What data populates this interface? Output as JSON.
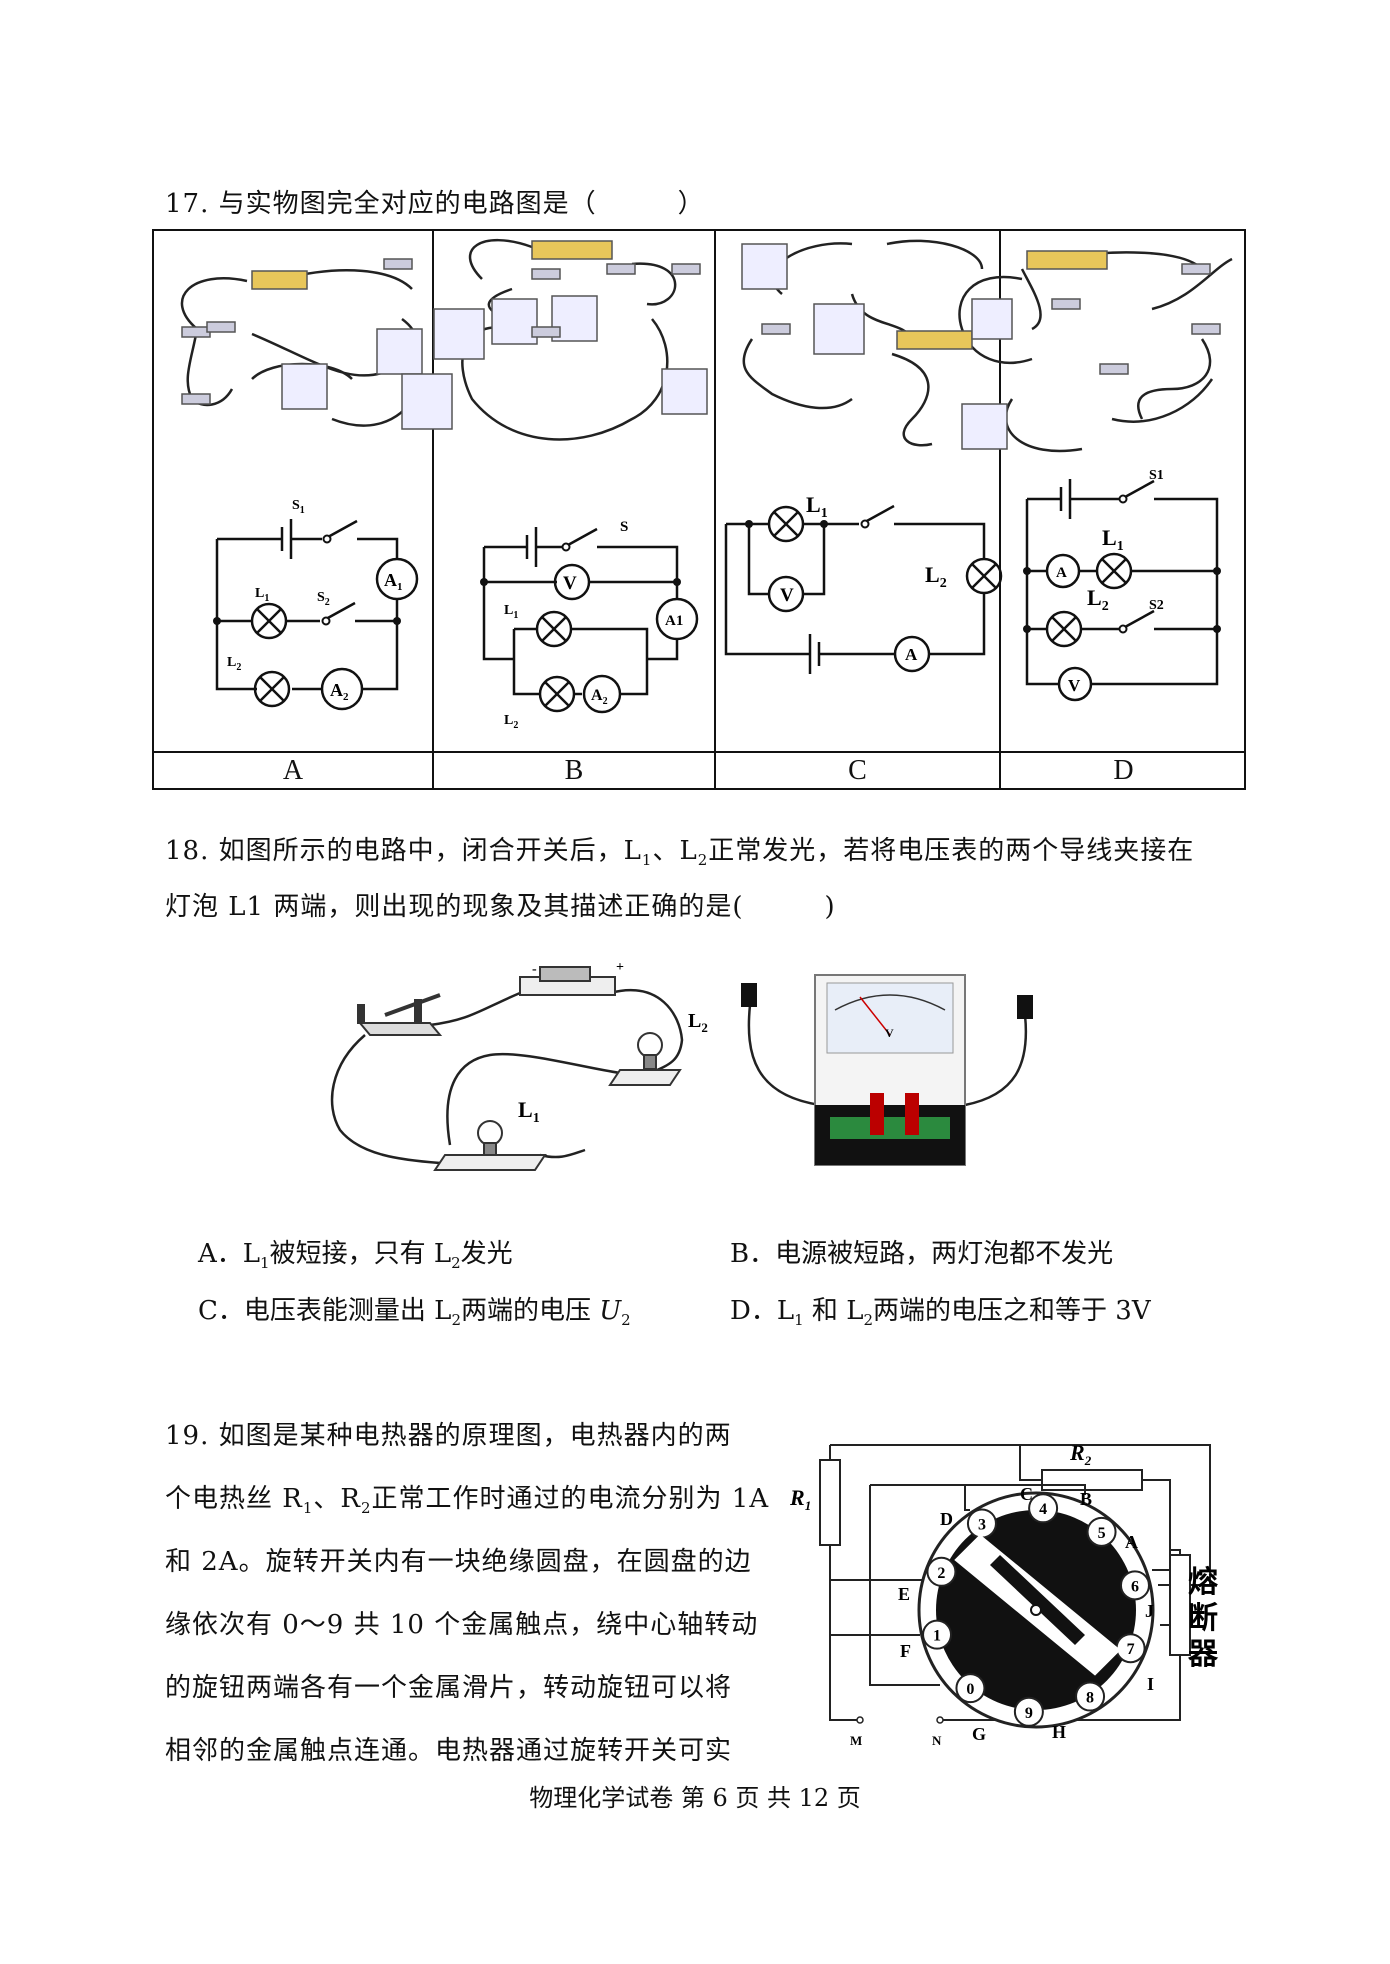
{
  "q17": {
    "stem": "17. 与实物图完全对应的电路图是（　　　）",
    "options": [
      "A",
      "B",
      "C",
      "D"
    ],
    "circuitA": {
      "s1": "S",
      "s1sub": "1",
      "l1": "L",
      "l1sub": "1",
      "s2": "S",
      "s2sub": "2",
      "l2": "L",
      "l2sub": "2",
      "a1": "A",
      "a1sub": "1",
      "a2": "A",
      "a2sub": "2"
    },
    "circuitB": {
      "s": "S",
      "v": "V",
      "l1": "L",
      "l1sub": "1",
      "a1": "A1",
      "l2": "L",
      "l2sub": "2",
      "a2": "A",
      "a2sub": "2"
    },
    "circuitC": {
      "l1": "L",
      "l1sub": "1",
      "l2": "L",
      "l2sub": "2",
      "v": "V",
      "a": "A"
    },
    "circuitD": {
      "s1": "S1",
      "l1": "L",
      "l1sub": "1",
      "a": "A",
      "l2": "L",
      "l2sub": "2",
      "s2": "S2",
      "v": "V"
    }
  },
  "q18": {
    "stem_line1_a": "18. 如图所示的电路中，闭合开关后，L",
    "stem_line1_b": "1",
    "stem_line1_c": "、L",
    "stem_line1_d": "2",
    "stem_line1_e": "正常发光，若将电压表的两个导线夹接在",
    "stem_line2": "灯泡 L1 两端，则出现的现象及其描述正确的是(　　　)",
    "fig_l1": "L",
    "fig_l1sub": "1",
    "fig_l2": "L",
    "fig_l2sub": "2",
    "fig_minus": "-",
    "fig_plus": "+",
    "fig_v": "V",
    "optA": {
      "a": "A．L",
      "b": "1",
      "c": "被短接，只有 L",
      "d": "2",
      "e": "发光"
    },
    "optB": {
      "a": "B．电源被短路，两灯泡都不发光"
    },
    "optC": {
      "a": "C．电压表能测量出 L",
      "b": "2",
      "c": "两端的电压 ",
      "d": "U",
      "e": "2"
    },
    "optD": {
      "a": "D．L",
      "b": "1",
      "c": " 和 L",
      "d": "2",
      "e": "两端的电压之和等于 3V"
    }
  },
  "q19": {
    "line1": "19. 如图是某种电热器的原理图，电热器内的两",
    "line2_a": "个电热丝 R",
    "line2_b": "1",
    "line2_c": "、R",
    "line2_d": "2",
    "line2_e": "正常工作时通过的电流分别为 1A",
    "line3": "和 2A。旋转开关内有一块绝缘圆盘，在圆盘的边",
    "line4": "缘依次有 0～9 共 10 个金属触点，绕中心轴转动",
    "line5": "的旋钮两端各有一个金属滑片，转动旋钮可以将",
    "line6": "相邻的金属触点连通。电热器通过旋转开关可实",
    "fig": {
      "r1": "R",
      "r1sub": "1",
      "r2": "R",
      "r2sub": "2",
      "letters": [
        "A",
        "B",
        "C",
        "D",
        "E",
        "F",
        "G",
        "H",
        "I",
        "J"
      ],
      "contacts": [
        "0",
        "1",
        "2",
        "3",
        "4",
        "5",
        "6",
        "7",
        "8",
        "9"
      ],
      "m": "M",
      "n": "N",
      "fuse": [
        "熔",
        "断",
        "器"
      ]
    }
  },
  "footer": "物理化学试卷 第 6 页 共 12 页"
}
